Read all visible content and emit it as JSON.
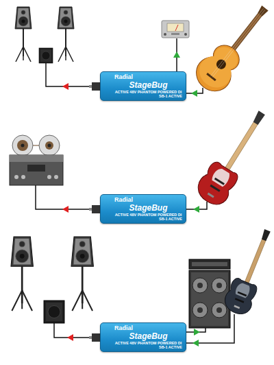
{
  "diagram": {
    "nodes": [
      {
        "text": [
          "Radial",
          "StageBug",
          "ACTIVE 48V PHANTOM POWERED DI",
          "SB-1 ACTIVE"
        ]
      },
      {
        "text": [
          "Radial",
          "StageBug",
          "ACTIVE 48V PHANTOM POWERED DI",
          "SB-1 ACTIVE"
        ]
      },
      {
        "text": [
          "Radial",
          "StageBug",
          "ACTIVE 48V PHANTOM POWERED DI",
          "SB-1 ACTIVE"
        ]
      }
    ]
  }
}
